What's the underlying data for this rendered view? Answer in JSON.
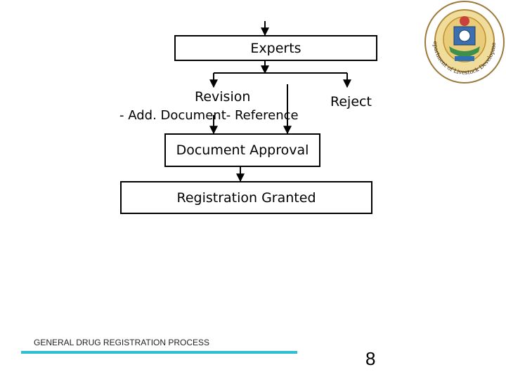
{
  "diagram": {
    "experts": "Experts",
    "revision": "Revision",
    "revision_note": "- Add. Document- Reference",
    "reject": "Reject",
    "document_approval": "Document Approval",
    "registration_granted": "Registration Granted"
  },
  "footer": {
    "title": "GENERAL DRUG REGISTRATION PROCESS",
    "page_number": "8",
    "accent_color": "#2ec0d2"
  },
  "logo": {
    "icon": "department-seal-icon",
    "text": "Department of Livestock Development"
  }
}
